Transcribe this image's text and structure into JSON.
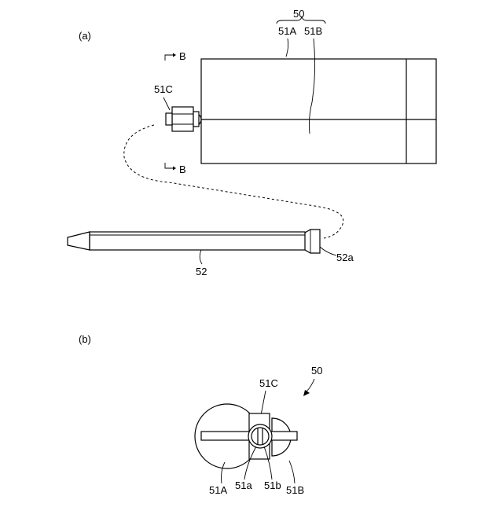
{
  "panel_a": {
    "label": "(a)",
    "assembly_ref": "50",
    "part_a_ref": "51A",
    "part_b_ref": "51B",
    "connector_ref": "51C",
    "section_top": "B",
    "section_bottom": "B",
    "nozzle_ref": "52",
    "nozzle_end_ref": "52a"
  },
  "panel_b": {
    "label": "(b)",
    "assembly_ref": "50",
    "connector_ref": "51C",
    "part_a_ref": "51A",
    "outlet_a_ref": "51a",
    "outlet_b_ref": "51b",
    "part_b_ref": "51B"
  }
}
